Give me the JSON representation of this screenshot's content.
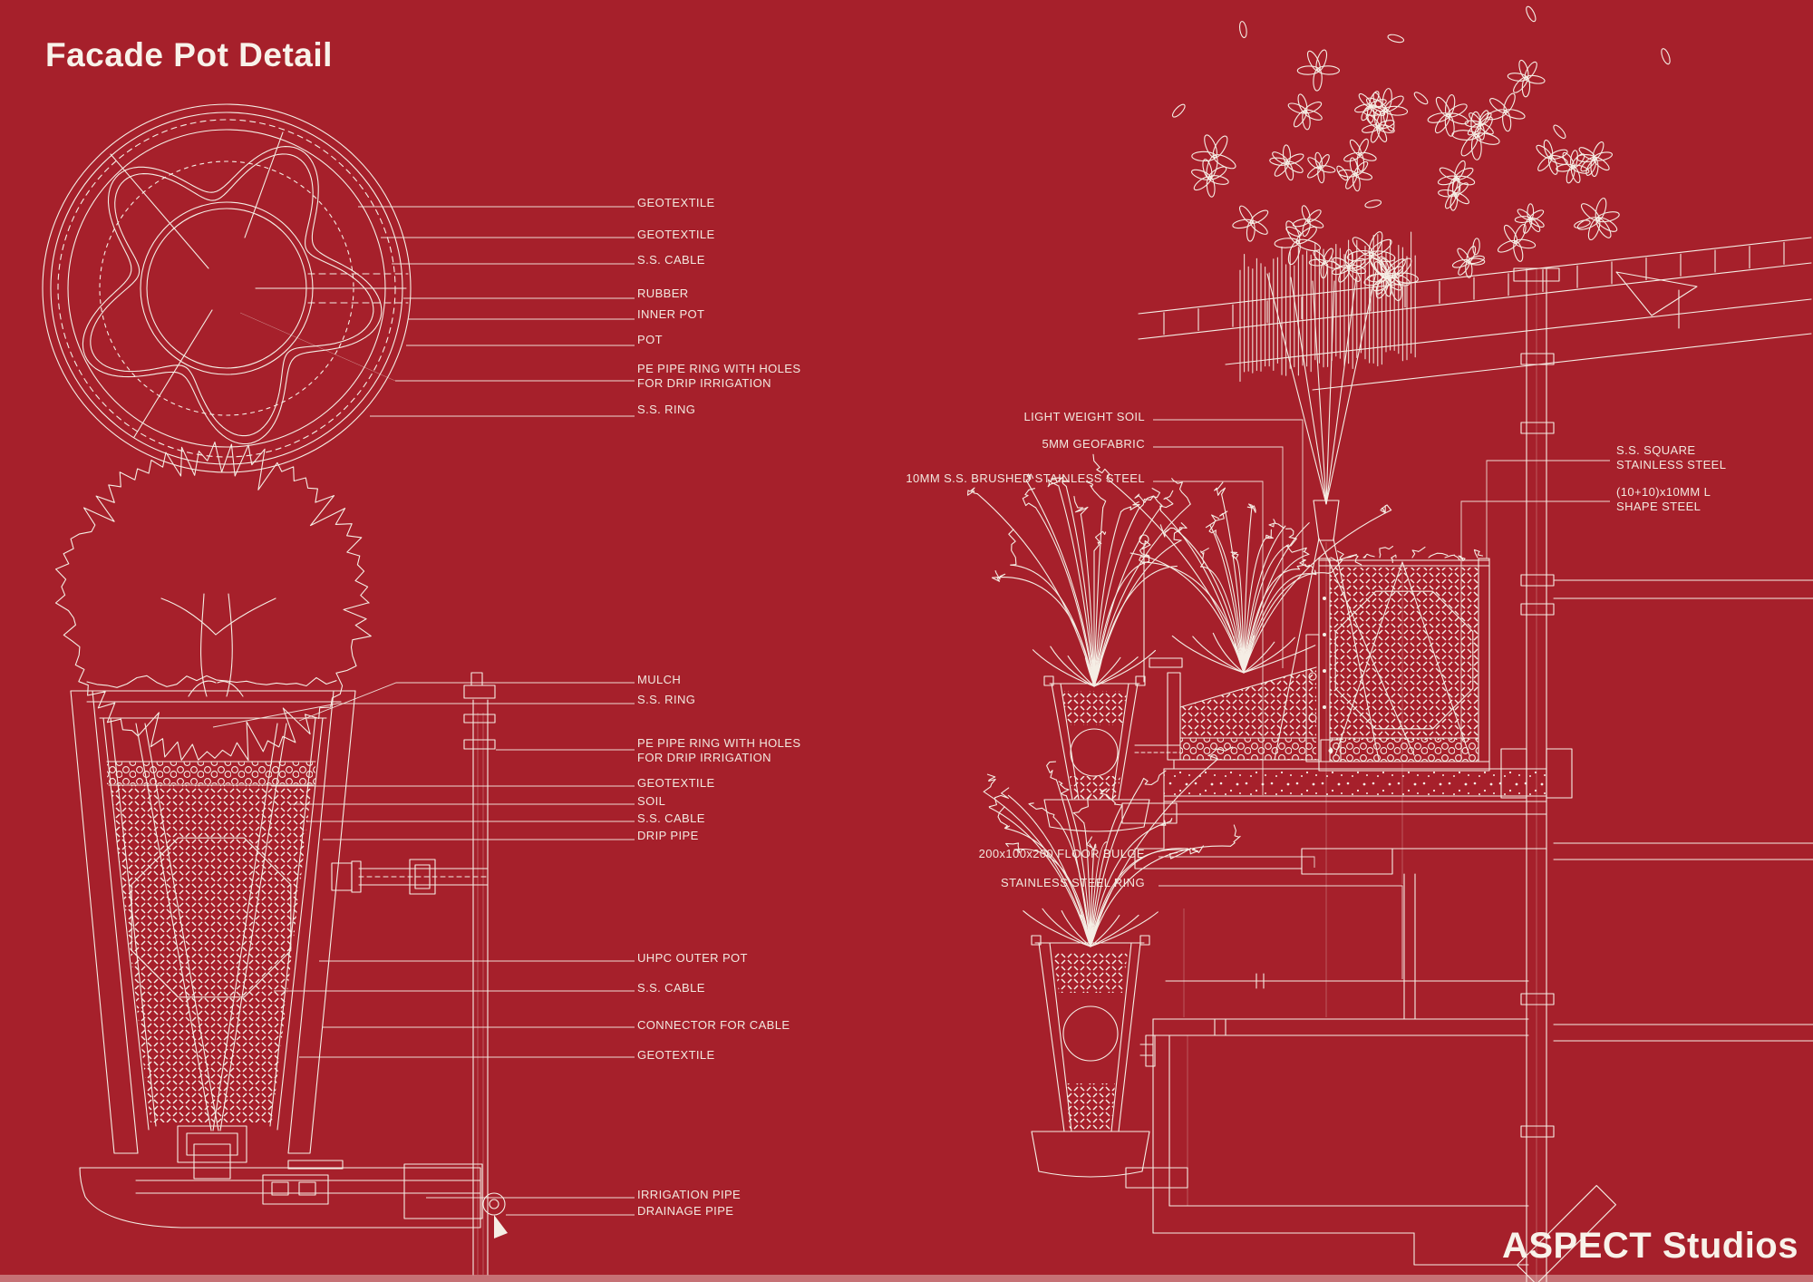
{
  "title": "Facade Pot Detail",
  "brand": "ASPECT Studios",
  "colors": {
    "background": "#A6202B",
    "line": "#F5EEE5",
    "text": "#F2E8DF"
  },
  "plan_view": {
    "labels": [
      "GEOTEXTILE",
      "GEOTEXTILE",
      "S.S. CABLE",
      "RUBBER",
      "INNER POT",
      "POT",
      "PE PIPE RING WITH HOLES\nFOR DRIP IRRIGATION",
      "S.S. RING"
    ]
  },
  "section_view": {
    "labels": [
      "MULCH",
      "S.S. RING",
      "PE PIPE RING WITH HOLES\nFOR DRIP IRRIGATION",
      "GEOTEXTILE",
      "SOIL",
      "S.S. CABLE",
      "DRIP PIPE",
      "UHPC OUTER POT",
      "S.S. CABLE",
      "CONNECTOR FOR CABLE",
      "GEOTEXTILE",
      "IRRIGATION PIPE",
      "DRAINAGE PIPE"
    ]
  },
  "facade_section": {
    "labels_left": [
      "LIGHT WEIGHT SOIL",
      "5MM GEOFABRIC",
      "10MM S.S. BRUSHED STAINLESS STEEL",
      "200x100x200 FLOOR BULGE",
      "STAINLESS STEEL RING"
    ],
    "labels_right": [
      "S.S. SQUARE\nSTAINLESS STEEL",
      "(10+10)x10MM L\nSHAPE STEEL"
    ]
  }
}
